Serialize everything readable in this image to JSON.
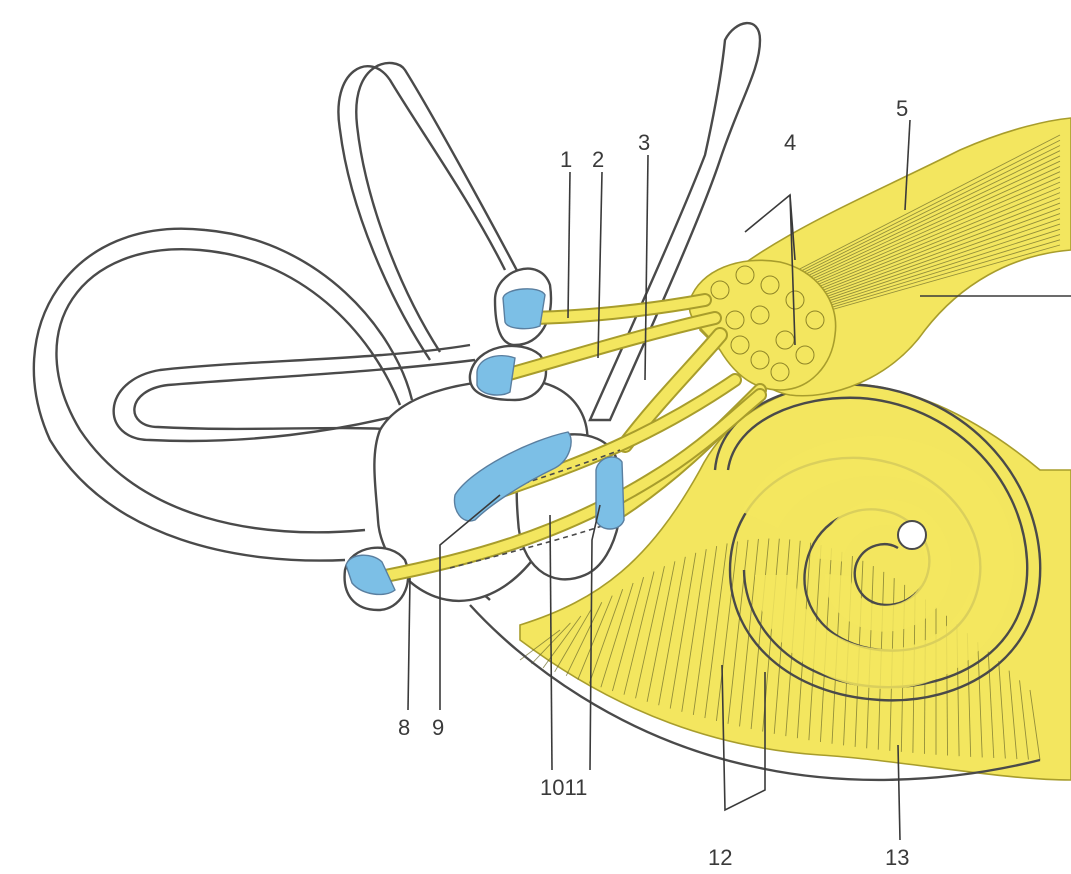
{
  "colors": {
    "nerve": "#f3e65f",
    "nerve_edge": "#a89d2c",
    "receptor": "#7cbfe6",
    "outline": "#4a4a4a"
  },
  "labels": {
    "l1": "1",
    "l2": "2",
    "l3": "3",
    "l4": "4",
    "l5": "5",
    "l8": "8",
    "l9": "9",
    "l1011": "1011",
    "l12": "12",
    "l13": "13"
  }
}
